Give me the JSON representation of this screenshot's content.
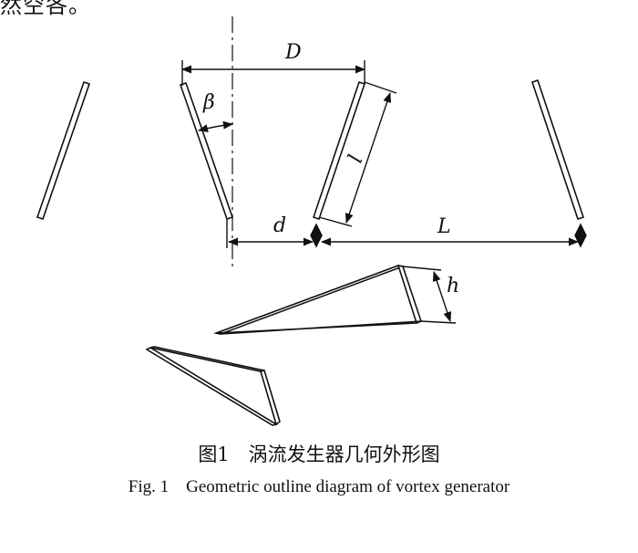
{
  "header_fragment": "然空各。",
  "labels": {
    "D": "D",
    "beta": "β",
    "l": "l",
    "d": "d",
    "L": "L",
    "h": "h"
  },
  "caption": {
    "cn": "图1　涡流发生器几何外形图",
    "en": "Fig. 1    Geometric outline diagram of vortex generator"
  }
}
